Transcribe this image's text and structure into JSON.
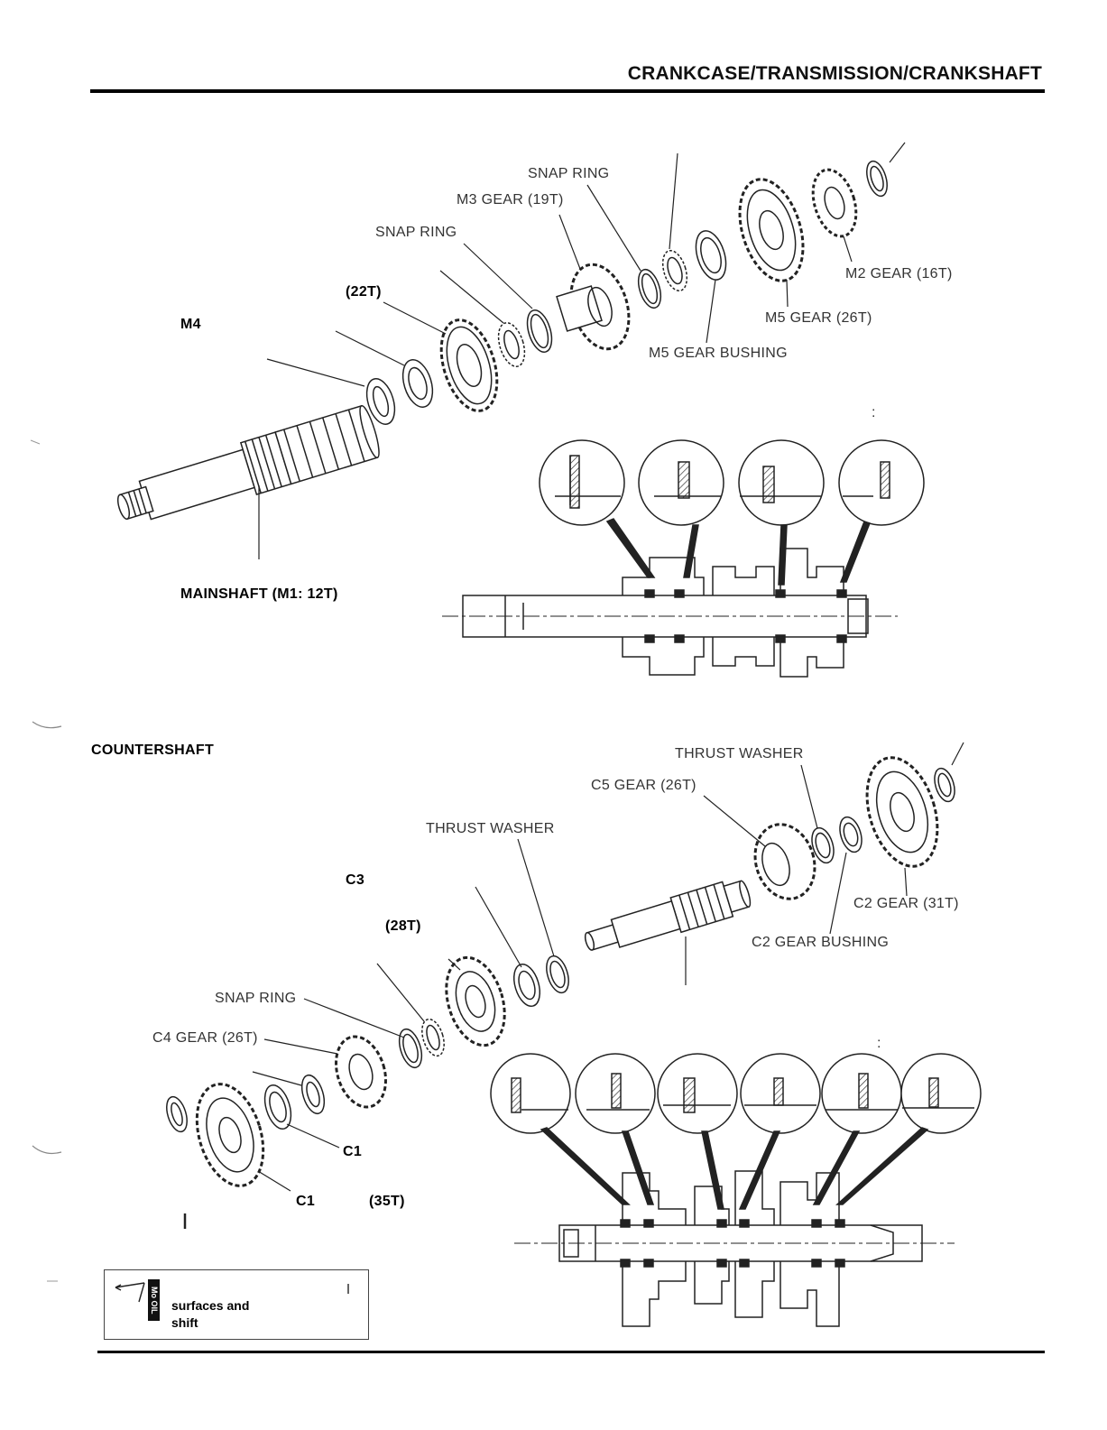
{
  "header": {
    "title": "CRANKCASE/TRANSMISSION/CRANKSHAFT"
  },
  "mainshaft": {
    "labels": {
      "snap_ring_top": "SNAP RING",
      "m3_gear": "M3 GEAR (19T)",
      "snap_ring_left": "SNAP RING",
      "m4_teeth": "(22T)",
      "m4": "M4",
      "m2_gear": "M2 GEAR (16T)",
      "m5_gear": "M5 GEAR (26T)",
      "m5_bushing": "M5 GEAR BUSHING",
      "mainshaft": "MAINSHAFT (M1: 12T)",
      "colon": ":"
    }
  },
  "countershaft": {
    "labels": {
      "section": "COUNTERSHAFT",
      "thrust_washer_top": "THRUST WASHER",
      "c5_gear": "C5 GEAR (26T)",
      "thrust_washer_mid": "THRUST WASHER",
      "c3": "C3",
      "c3_teeth": "(28T)",
      "c2_gear": "C2 GEAR (31T)",
      "c2_bushing": "C2 GEAR BUSHING",
      "snap_ring": "SNAP RING",
      "c4_gear": "C4 GEAR (26T)",
      "c1_bushing": "C1",
      "c1": "C1",
      "c1_teeth": "(35T)",
      "colon": ":"
    }
  },
  "note": {
    "icon_text": "Mo OIL",
    "line1": "surfaces and",
    "line2": "shift"
  }
}
